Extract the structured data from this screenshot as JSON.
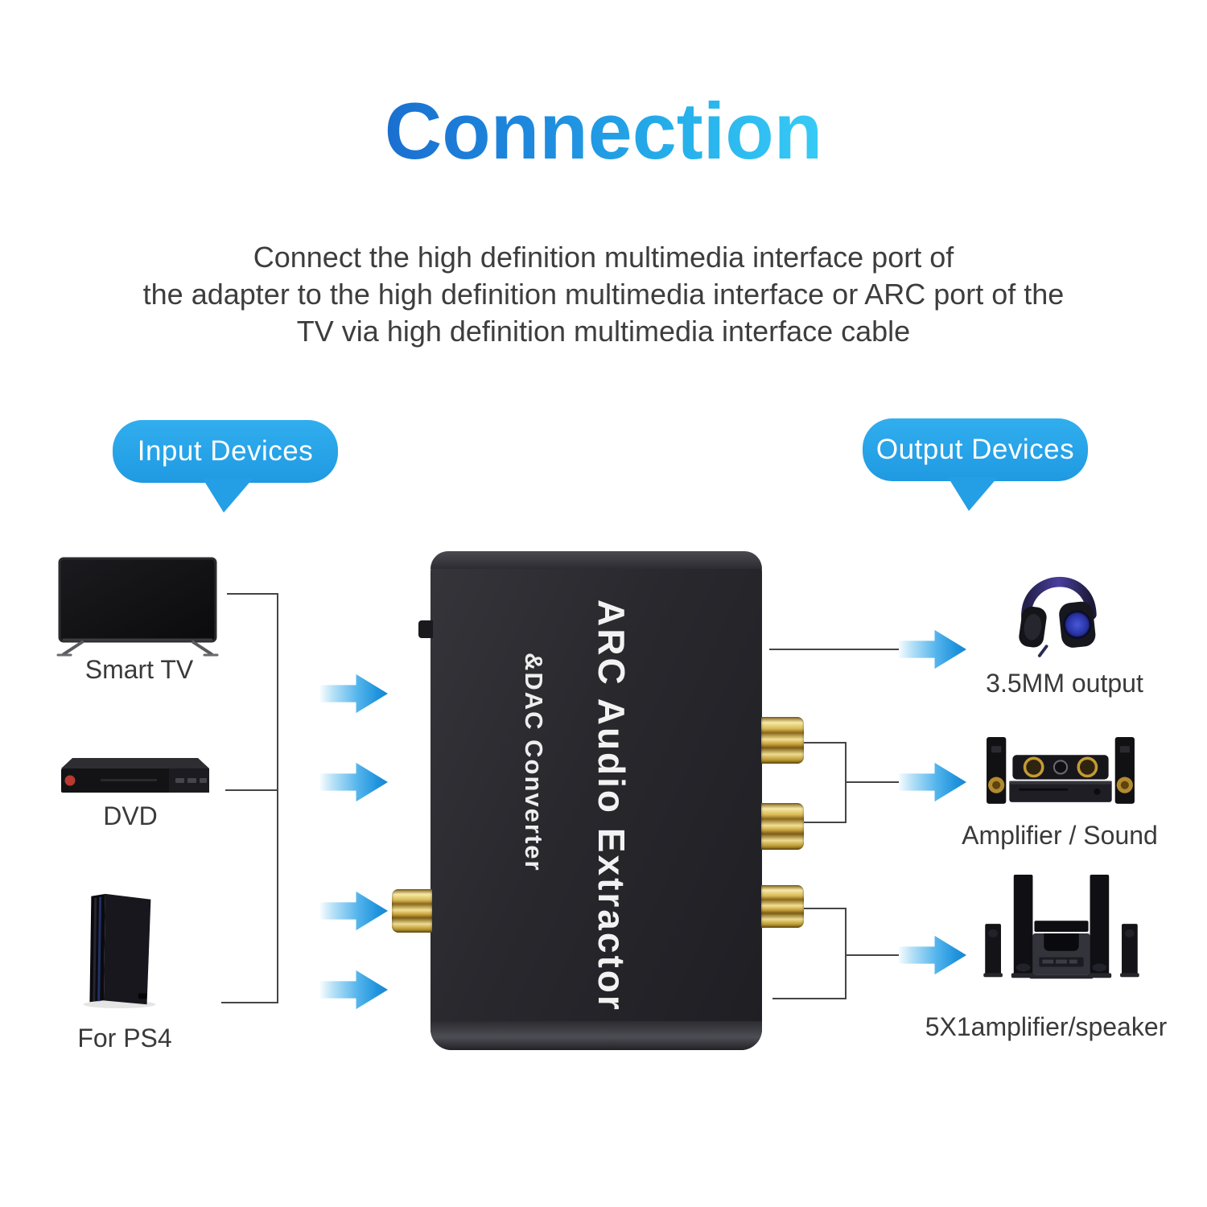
{
  "title": {
    "text": "Connection"
  },
  "description": {
    "line1": "Connect the high definition multimedia interface port of",
    "line2": "the adapter to the high definition multimedia interface or ARC port of the",
    "line3": "TV via high definition multimedia interface cable"
  },
  "labels": {
    "input_bubble": "Input Devices",
    "output_bubble": "Output Devices"
  },
  "device": {
    "title": "ARC Audio Extractor",
    "subtitle": "&DAC Converter"
  },
  "input_devices": {
    "tv": "Smart TV",
    "dvd": "DVD",
    "ps4": "For PS4"
  },
  "output_devices": {
    "headphones": "3.5MM output",
    "amplifier": "Amplifier / Sound",
    "speakers": "5X1amplifier/speaker"
  },
  "colors": {
    "title_gradient_start": "#1a6fd0",
    "title_gradient_end": "#38cbf6",
    "bubble_blue": "#2aa4e9",
    "arrow_blue": "#2196dd",
    "connector_line": "#454545",
    "body_text": "#3d3d3d",
    "rca_gold": "#d9b84f",
    "device_body": "#28282d"
  }
}
